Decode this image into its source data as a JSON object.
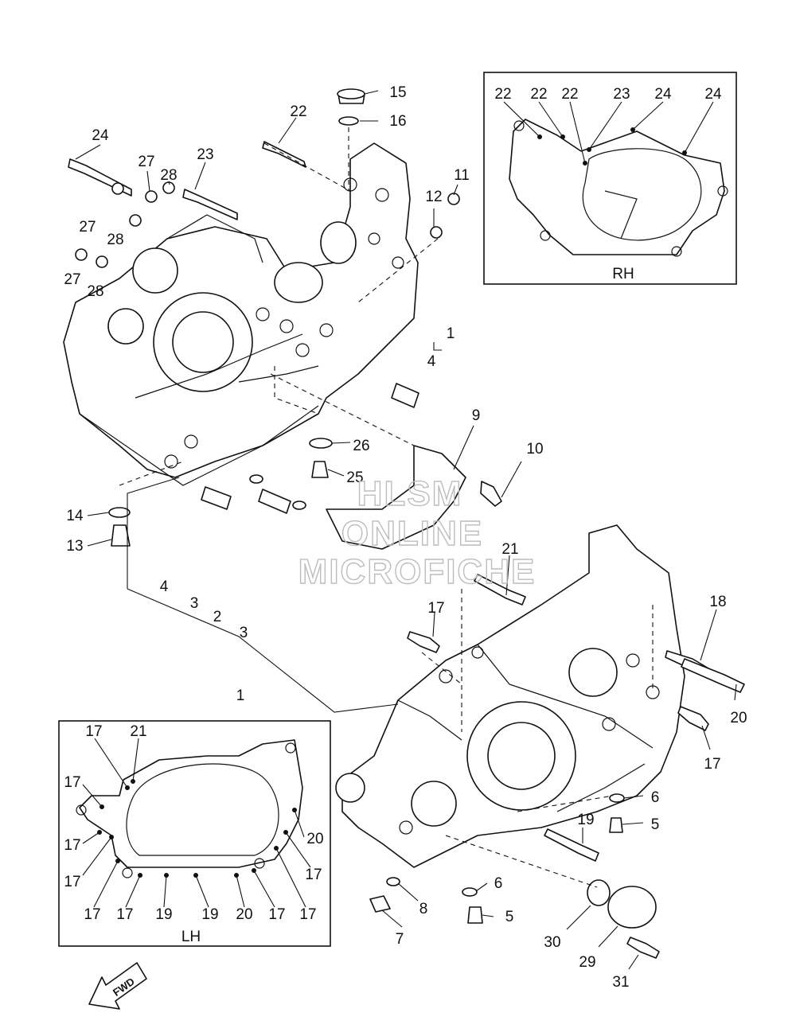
{
  "diagram": {
    "callouts": {
      "c1a": "1",
      "c4a": "4",
      "c9": "9",
      "c10": "10",
      "c11": "11",
      "c12": "12",
      "c15": "15",
      "c16": "16",
      "c22": "22",
      "c23": "23",
      "c24": "24",
      "c27a": "27",
      "c28a": "28",
      "c27b": "27",
      "c28b": "28",
      "c27c": "27",
      "c28c": "28",
      "c26": "26",
      "c25": "25",
      "c14": "14",
      "c13": "13",
      "c4b": "4",
      "c3a": "3",
      "c2": "2",
      "c3b": "3",
      "c1b": "1",
      "c21": "21",
      "c17a": "17",
      "c18": "18",
      "c20": "20",
      "c17b": "17",
      "c6a": "6",
      "c5a": "5",
      "c19": "19",
      "c6b": "6",
      "c5b": "5",
      "c8": "8",
      "c7": "7",
      "c30": "30",
      "c29": "29",
      "c31": "31"
    },
    "rh_panel": {
      "title": "RH",
      "callouts": [
        "22",
        "22",
        "22",
        "23",
        "24",
        "24"
      ]
    },
    "lh_panel": {
      "title": "LH",
      "callouts": {
        "t17a": "17",
        "t21": "21",
        "t17b": "17",
        "t17c": "17",
        "t17d": "17",
        "t20a": "20",
        "t17e": "17",
        "b17a": "17",
        "b17b": "17",
        "b19a": "19",
        "b19b": "19",
        "b20": "20",
        "b17c": "17",
        "b17d": "17"
      }
    },
    "fwd_label": "FWD",
    "watermark": [
      "HLSM",
      "ONLINE",
      "MICROFICHE"
    ]
  }
}
